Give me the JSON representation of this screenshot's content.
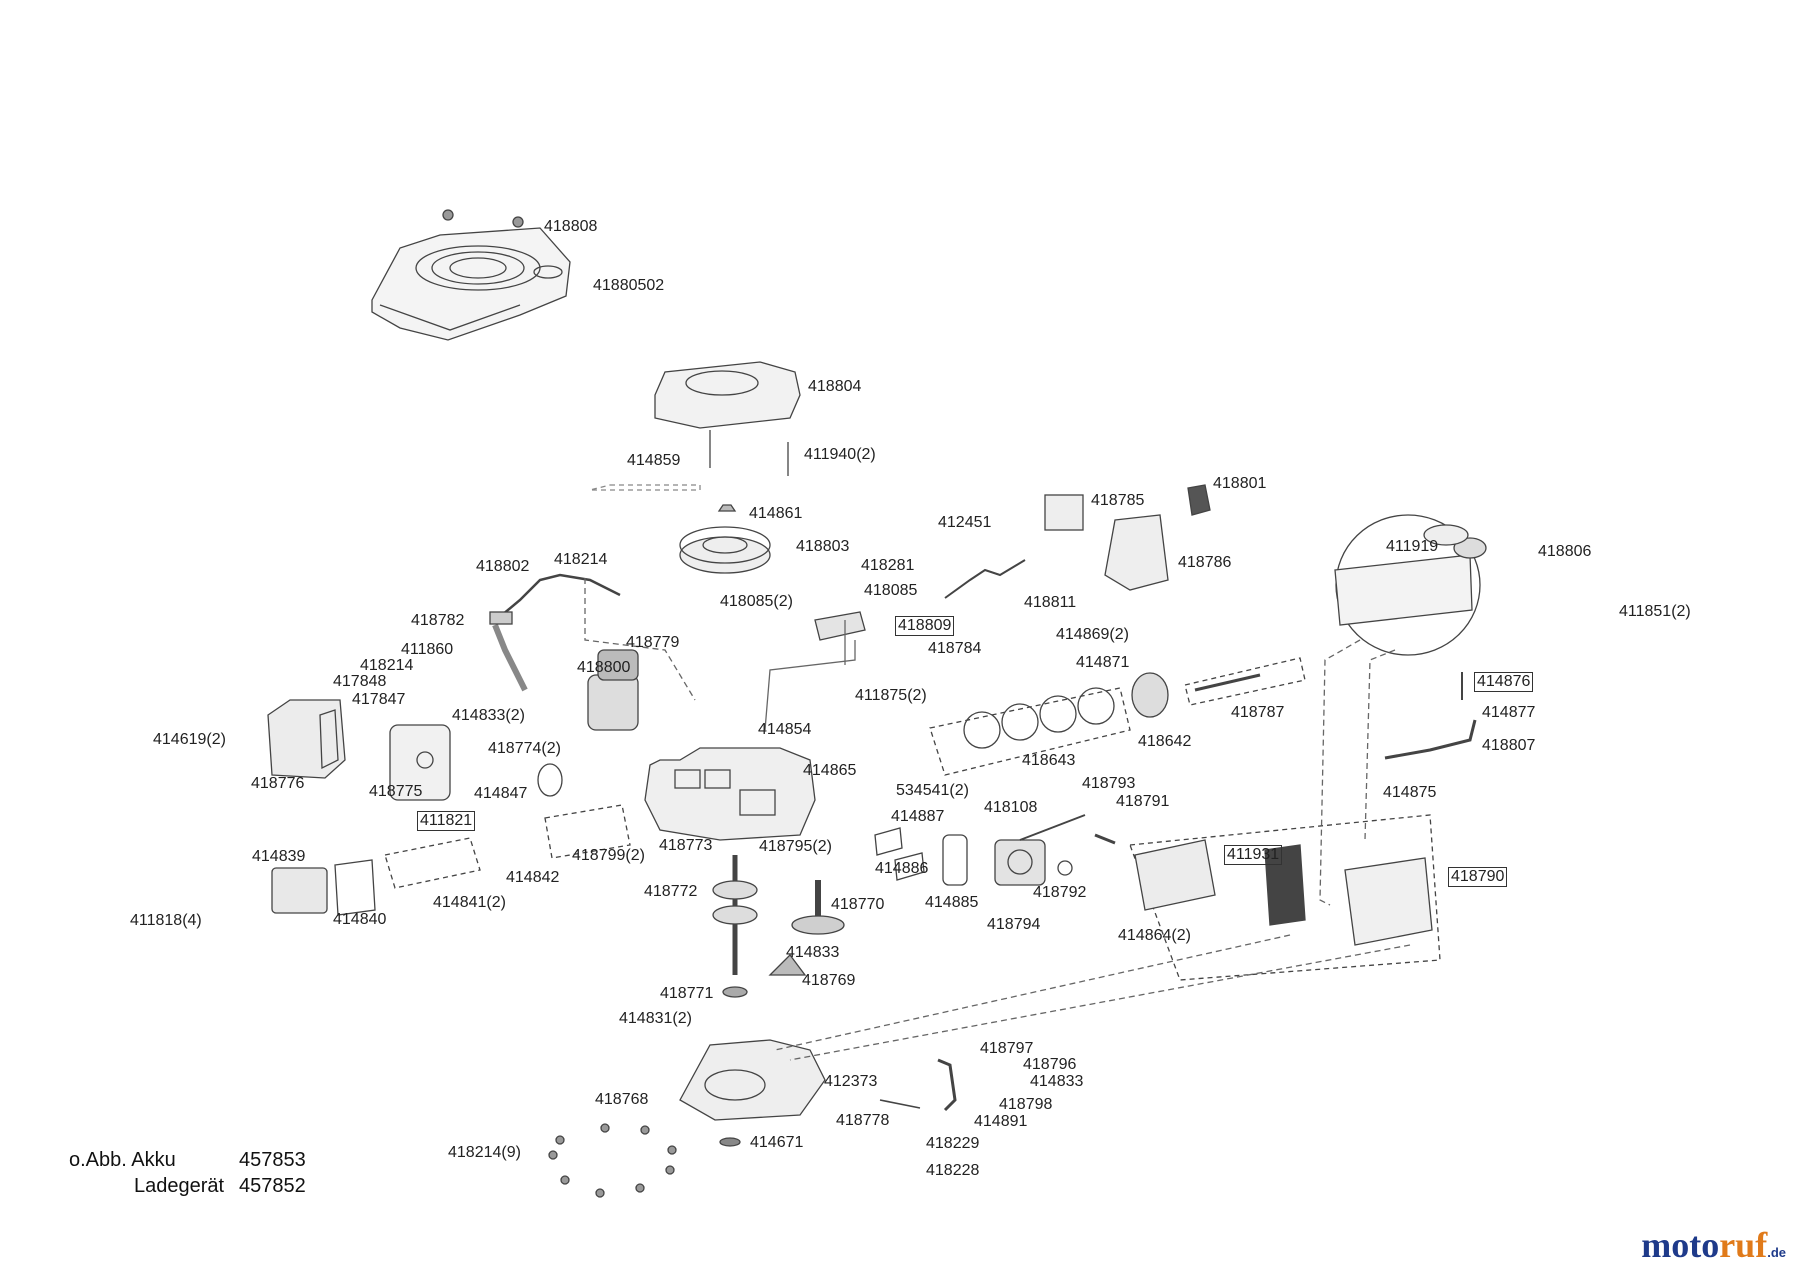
{
  "colors": {
    "line": "#333333",
    "part": "#555555",
    "brand_blue": "#1e3a8a",
    "brand_orange": "#e07a1a"
  },
  "labels": {
    "p418808": "418808",
    "p41880502": "41880502",
    "p418804": "418804",
    "p414859": "414859",
    "p411940": "411940(2)",
    "p414861": "414861",
    "p418803": "418803",
    "p412451": "412451",
    "p418785": "418785",
    "p418801": "418801",
    "p418786": "418786",
    "p418806": "418806",
    "p411919": "411919",
    "p411851": "411851(2)",
    "p418802": "418802",
    "p418214a": "418214",
    "p418281": "418281",
    "p418085": "418085",
    "p418811": "418811",
    "p414869": "414869(2)",
    "p414871": "414871",
    "p418085b": "418085(2)",
    "p418779": "418779",
    "p418809": "418809",
    "p418784": "418784",
    "p418782": "418782",
    "p411860": "411860",
    "p418214b": "418214",
    "p418800": "418800",
    "p417848": "417848",
    "p417847": "417847",
    "p414833a": "414833(2)",
    "p414619": "414619(2)",
    "p418776": "418776",
    "p418775": "418775",
    "p418774": "418774(2)",
    "p414847": "414847",
    "p414854": "414854",
    "p411875": "411875(2)",
    "p418643": "418643",
    "p418642": "418642",
    "p418787": "418787",
    "p414876": "414876",
    "p414877": "414877",
    "p418807": "418807",
    "p414875": "414875",
    "p534541": "534541(2)",
    "p414865": "414865",
    "p418108": "418108",
    "p418793": "418793",
    "p418791": "418791",
    "p411821": "411821",
    "p418799": "418799(2)",
    "p418773": "418773",
    "p414887": "414887",
    "p418795": "418795(2)",
    "p411931": "411931",
    "p418790": "418790",
    "p414839": "414839",
    "p414886": "414886",
    "p414885": "414885",
    "p418792": "418792",
    "p418794": "418794",
    "p414842": "414842",
    "p414841": "414841(2)",
    "p414840": "414840",
    "p411818": "411818(4)",
    "p418772": "418772",
    "p418770": "418770",
    "p414864": "414864(2)",
    "p414833b": "414833",
    "p418769": "418769",
    "p418771": "418771",
    "p414831": "414831(2)",
    "p418797": "418797",
    "p418796": "418796",
    "p412373": "412373",
    "p414833c": "414833",
    "p418768": "418768",
    "p418798": "418798",
    "p418778": "418778",
    "p414891": "414891",
    "p418229": "418229",
    "p414671": "414671",
    "p418214c": "418214(9)",
    "p418228": "418228"
  },
  "notes": {
    "line1_label": "o.Abb. Akku",
    "line1_value": "457853",
    "line2_label": "Ladegerät",
    "line2_value": "457852"
  },
  "brand": {
    "name_a": "moto",
    "name_b": "ruf",
    "tld": ".de"
  }
}
